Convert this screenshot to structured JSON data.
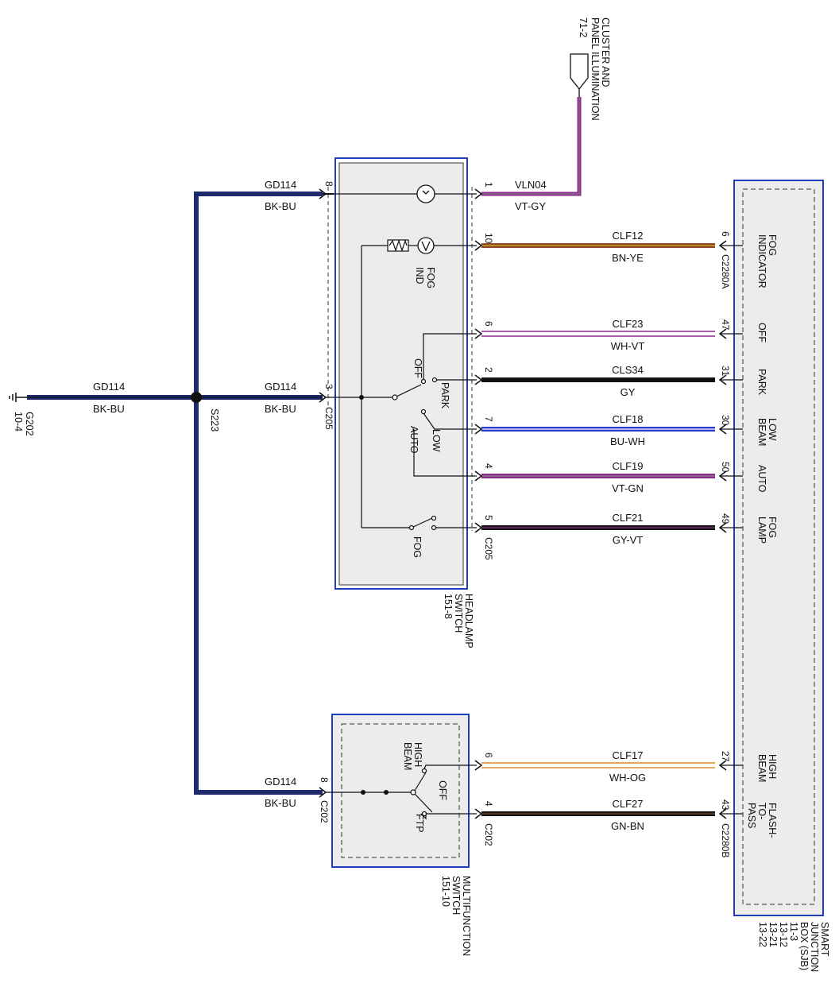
{
  "ground": {
    "id": "G202",
    "ref": "10-4"
  },
  "splice": {
    "id": "S223"
  },
  "ground_wires": [
    {
      "circuit": "GD114",
      "color": "BK-BU"
    },
    {
      "circuit": "GD114",
      "color": "BK-BU"
    },
    {
      "circuit": "GD114",
      "color": "BK-BU"
    },
    {
      "circuit": "GD114",
      "color": "BK-BU"
    }
  ],
  "hs_ground_pins": {
    "illum": "8",
    "main": "3",
    "connector": "C205"
  },
  "mfs_ground_pin": {
    "pin": "8",
    "connector": "C202"
  },
  "cluster": {
    "ref": "71-2",
    "line1": "CLUSTER AND",
    "line2": "PANEL ILLUMINATION"
  },
  "illum_wire": {
    "pin": "1",
    "circuit": "VLN04",
    "color": "VT-GY"
  },
  "headlamp_switch": {
    "line1": "HEADLAMP",
    "line2": "SWITCH",
    "line3": "151-8",
    "connector": "C205",
    "fog_ind_line1": "FOG",
    "fog_ind_line2": "IND",
    "pos_off": "OFF",
    "pos_park": "PARK",
    "pos_low": "LOW",
    "pos_auto": "AUTO",
    "pos_fog": "FOG"
  },
  "multifunction_switch": {
    "line1": "MULTIFUNCTION",
    "line2": "SWITCH",
    "line3": "151-10",
    "connector": "C202",
    "hb_line1": "HIGH",
    "hb_line2": "BEAM",
    "pos_off": "OFF",
    "pos_ftp": "FTP"
  },
  "sjb": {
    "line1": "SMART",
    "line2": "JUNCTION",
    "line3": "BOX (SJB)",
    "ref1": "11-3",
    "ref2": "13-12",
    "ref3": "13-21",
    "ref4": "13-22",
    "connector_a": "C2280A",
    "connector_b": "C2280B"
  },
  "signal_wires": [
    {
      "pin_left": "10",
      "circuit": "CLF12",
      "color": "BN-YE",
      "pin_right": "6",
      "func1": "FOG",
      "func2": "INDICATOR"
    },
    {
      "pin_left": "6",
      "circuit": "CLF23",
      "color": "WH-VT",
      "pin_right": "47",
      "func1": "OFF",
      "func2": ""
    },
    {
      "pin_left": "2",
      "circuit": "CLS34",
      "color": "GY",
      "pin_right": "31",
      "func1": "PARK",
      "func2": ""
    },
    {
      "pin_left": "7",
      "circuit": "CLF18",
      "color": "BU-WH",
      "pin_right": "30",
      "func1": "LOW",
      "func2": "BEAM"
    },
    {
      "pin_left": "4",
      "circuit": "CLF19",
      "color": "VT-GN",
      "pin_right": "50",
      "func1": "AUTO",
      "func2": ""
    },
    {
      "pin_left": "5",
      "circuit": "CLF21",
      "color": "GY-VT",
      "pin_right": "49",
      "func1": "FOG",
      "func2": "LAMP"
    },
    {
      "pin_left": "6",
      "circuit": "CLF17",
      "color": "WH-OG",
      "pin_right": "27",
      "func1": "HIGH",
      "func2": "BEAM"
    },
    {
      "pin_left": "4",
      "circuit": "CLF27",
      "color": "GN-BN",
      "pin_right": "43",
      "func1": "FLASH-",
      "func2": "TO-",
      "func3": "PASS"
    }
  ],
  "colors": {
    "ground_wire": "#1f2a6b",
    "box_border": "#1f3fbf",
    "box_fill": "#ececec",
    "violet": "#8a2a8a",
    "brown": "#8b4a2a",
    "yellow": "#d9b020",
    "orange": "#e08a2a",
    "blue": "#2a3acc",
    "black": "#111111",
    "grey": "#8a8a8a"
  }
}
